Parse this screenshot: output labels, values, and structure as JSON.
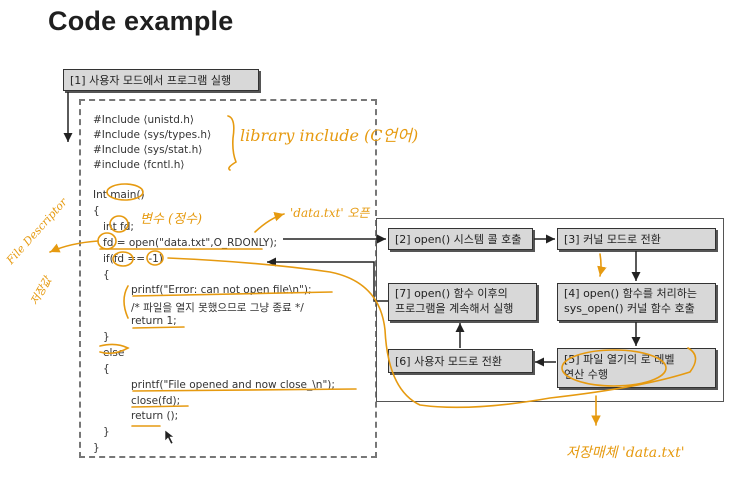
{
  "page": {
    "title": "Code example"
  },
  "flow": {
    "step1": "[1] 사용자 모드에서 프로그램 실행",
    "step2": "[2] open() 시스템 콜 호출",
    "step3": "[3] 커널 모드로 전환",
    "step4_line1": "[4] open() 함수를 처리하는",
    "step4_line2": "sys_open() 커널 함수 호출",
    "step5_line1": "[5] 파일 열기의 로 레벨",
    "step5_line2": "연산 수행",
    "step6": "[6] 사용자 모드로 전환",
    "step7_line1": "[7] open() 함수 이후의",
    "step7_line2": "프로그램을 계속해서 실행"
  },
  "code": {
    "include1": "#Include ⟨unistd.h⟩",
    "include2": "#Include ⟨sys/types.h⟩",
    "include3": "#Include ⟨sys/stat.h⟩",
    "include4": "#include ⟨fcntl.h⟩",
    "main_sig": "Int main()",
    "brace_open": "{",
    "decl": "int fd;",
    "open_call": "fd = open(\"data.txt\",O_RDONLY);",
    "if_line": "if(fd == -1)",
    "if_brace_open": "{",
    "printf_err": "printf(\"Error: can not open file\\n\");",
    "comment": "/* 파일을 열지 못했으므로 그냥 종료 */",
    "return1": "return 1;",
    "if_brace_close": "}",
    "else_kw": "else",
    "else_brace_open": "{",
    "printf_ok": "printf(\"File opened and now close_\\n\");",
    "close_call": "close(fd);",
    "return0": "return ();",
    "else_brace_close": "}",
    "brace_close": "}"
  },
  "annotations": {
    "library": "library include (C언어)",
    "variable": "변수 (정수)",
    "datatxt": "'data.txt' 오픈",
    "file_descriptor": "File Descriptor",
    "return_value": "저장값",
    "storage": "저장매체 'data.txt'"
  },
  "colors": {
    "annotation": "#e69a10",
    "box_fill": "#d8d8d8",
    "border": "#333333"
  }
}
